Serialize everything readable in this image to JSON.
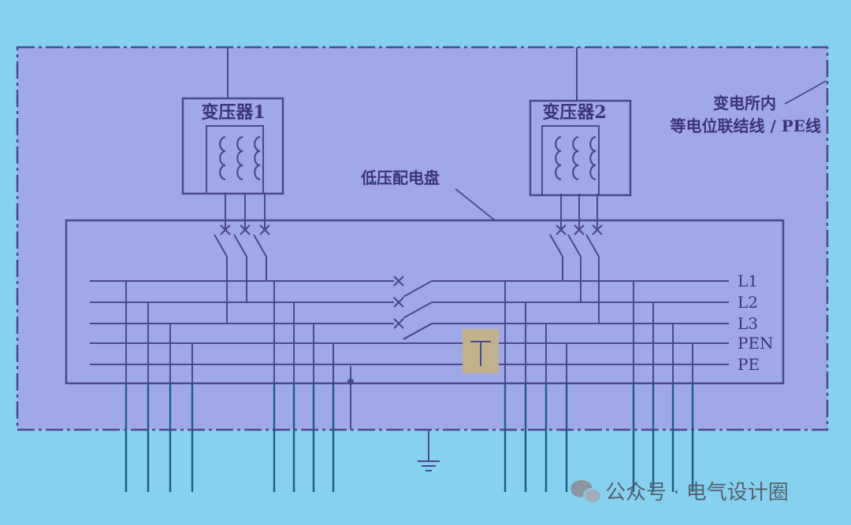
{
  "diagram": {
    "transformer1_label": "变压器1",
    "transformer2_label": "变压器2",
    "substation_label_line1": "变电所内",
    "substation_label_line2": "等电位联结线 / PE线",
    "switchboard_label": "低压配电盘",
    "bus_labels": [
      "L1",
      "L2",
      "L3",
      "PEN",
      "PE"
    ]
  },
  "watermark": {
    "text": "公众号 · 电气设计圈"
  },
  "colors": {
    "background": "#86d2ee",
    "panel": "#9fa9e8",
    "line": "#4a4890",
    "feeder": "#1f5a8a",
    "highlight": "#c2b28c"
  }
}
